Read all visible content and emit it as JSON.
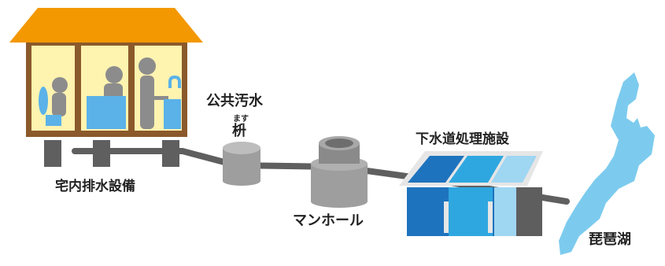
{
  "labels": {
    "house": "宅内排水設備",
    "public_basin": "公共汚水",
    "basin_ruby": "ます",
    "basin_kanji": "枡",
    "manhole": "マンホール",
    "treatment": "下水道処理施設",
    "lake": "琵琶湖"
  },
  "colors": {
    "roof": "#F39800",
    "house_wall": "#FFF3B0",
    "house_frame": "#8B5A2B",
    "figure": "#8C8C8C",
    "pipe": "#5F5F5F",
    "fixture_blue": "#5BB2E8",
    "plant_blue_dark": "#1E73BE",
    "plant_blue_mid": "#2EA7E0",
    "plant_blue_light": "#9FD6F2",
    "lake": "#7CCBEE"
  },
  "icons": [
    "house-icon",
    "toilet-icon",
    "bath-icon",
    "sink-icon",
    "basin-icon",
    "manhole-icon",
    "treatment-plant-icon",
    "lake-icon"
  ]
}
